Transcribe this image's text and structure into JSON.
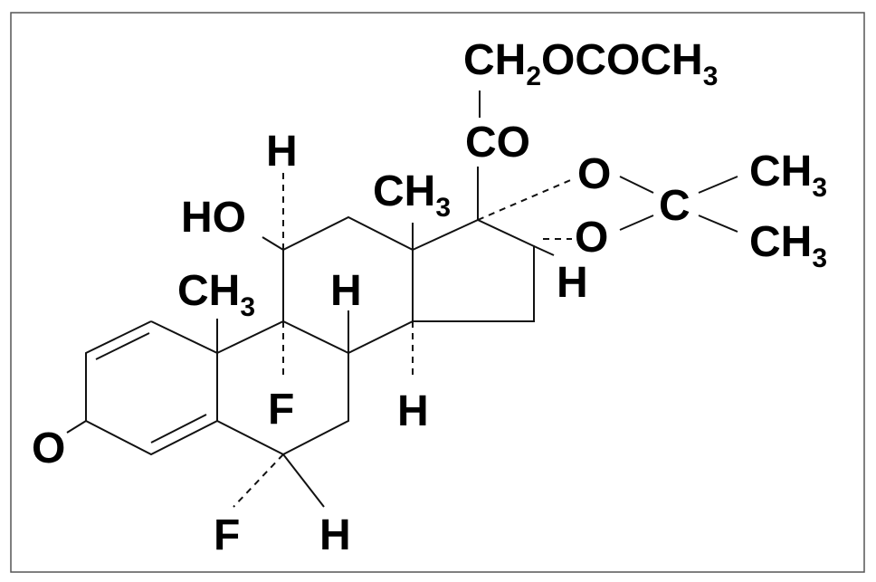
{
  "title": "Fluocinonide-type steroid structure (6α,9-difluoro-11β-hydroxy-16α,17-isopropylidenedioxy-pregna-1,4-diene-3,20-dione 21-acetate)",
  "labels": {
    "side_chain": "CH",
    "side_chain_sub": "2",
    "side_chain_rest": "OCOCH",
    "side_chain_sub2": "3",
    "carbonyl": "CO",
    "o_upper": "O",
    "o_lower": "O",
    "acetonide_c": "C",
    "ch3_upper": "CH",
    "ch3_lower": "CH",
    "sub3": "3",
    "h_c11": "H",
    "ho": "HO",
    "ch3_c13": "CH",
    "ch3_c10": "CH",
    "h_c8": "H",
    "h_c16": "H",
    "f_c9": "F",
    "h_c14": "H",
    "o_c3": "O",
    "f_c6": "F",
    "h_c6": "H"
  }
}
